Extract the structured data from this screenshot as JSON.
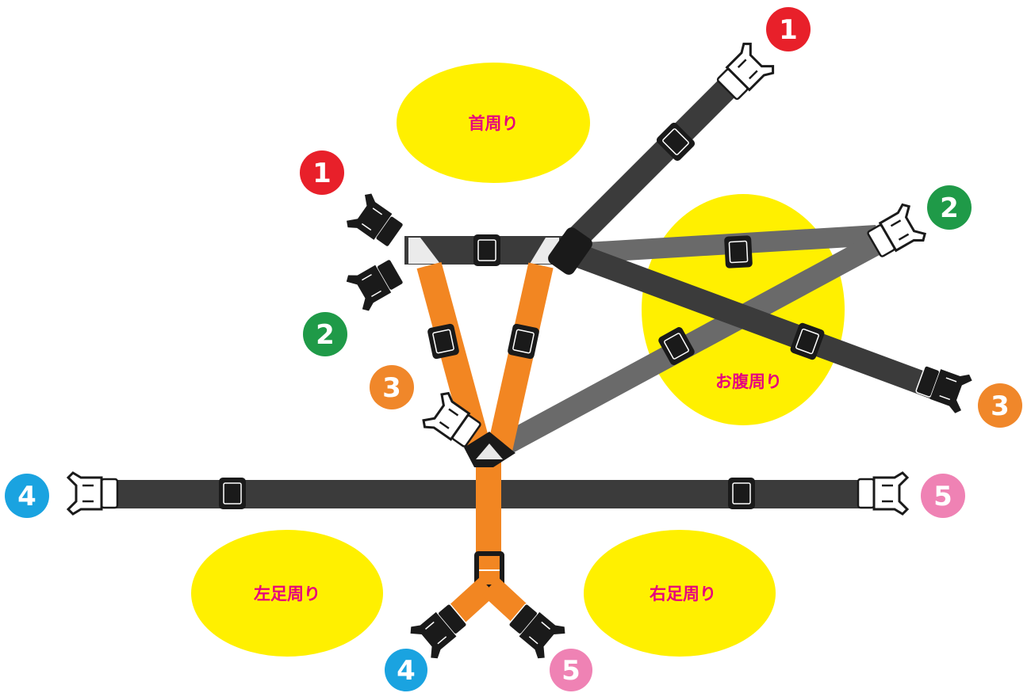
{
  "colors": {
    "zone": "#fff000",
    "zone_text": "#e6007e",
    "strap_black": "#3b3b3b",
    "strap_gray": "#6a6a6a",
    "strap_orange": "#f28622",
    "buckle": "#222222",
    "badge_red": "#e8202a",
    "badge_green": "#1f9a48",
    "badge_orange": "#f0872a",
    "badge_blue": "#1aa3e0",
    "badge_pink": "#ef82b4"
  },
  "zones": {
    "neck": "首周り",
    "belly": "お腹周り",
    "left_leg": "左足周り",
    "right_leg": "右足周り"
  },
  "badges": {
    "b1_top": "1",
    "b1_left": "1",
    "b2_right": "2",
    "b2_left": "2",
    "b3_left": "3",
    "b3_right": "3",
    "b4_left": "4",
    "b4_bottom": "4",
    "b5_right": "5",
    "b5_bottom": "5"
  },
  "icons": {
    "buckle": "side-release-buckle-icon",
    "slider": "strap-adjuster-icon"
  }
}
